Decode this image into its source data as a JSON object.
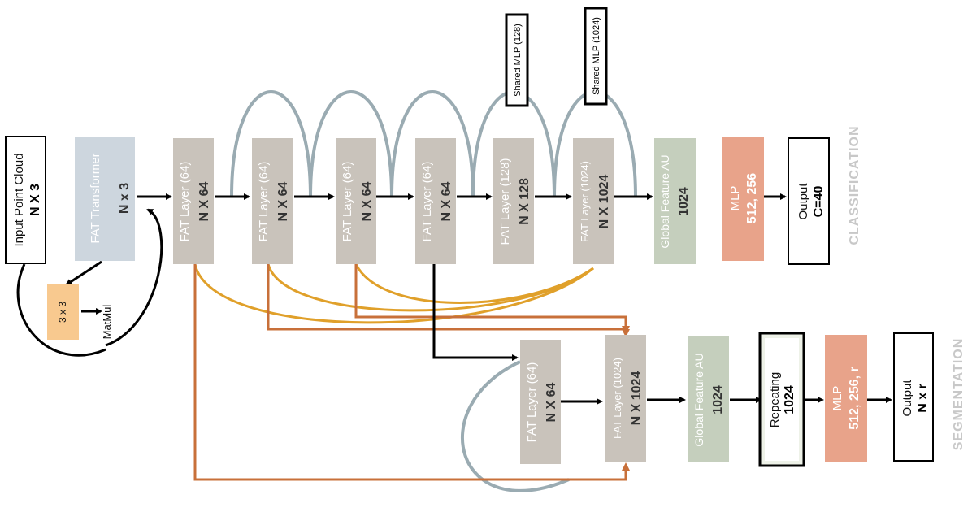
{
  "colors": {
    "fat_layer": "#c9c3bb",
    "transformer": "#cdd6de",
    "global": "#c5cfbd",
    "mlp": "#e8a38a",
    "matrix": "#f8c98f",
    "skip_arc": "#9aabb2",
    "orange_link": "#e0a02a",
    "brown_link": "#c8703a"
  },
  "classification": {
    "input": {
      "label": "Input Point Cloud",
      "value": "N X 3"
    },
    "transformer": {
      "label": "FAT Transformer",
      "value": "N x 3"
    },
    "matrix": {
      "label": "3 x 3"
    },
    "matmul": {
      "label": "MatMul"
    },
    "layers": [
      {
        "label": "FAT Layer (64)",
        "value": "N X 64"
      },
      {
        "label": "FAT Layer (64)",
        "value": "N X 64"
      },
      {
        "label": "FAT Layer (64)",
        "value": "N X 64"
      },
      {
        "label": "FAT Layer (64)",
        "value": "N X 64"
      },
      {
        "label": "FAT Layer (128)",
        "value": "N X 128"
      },
      {
        "label": "FAT Layer (1024)",
        "value": "N X 1024"
      }
    ],
    "shared_mlp": [
      "Shared MLP (128)",
      "Shared MLP (1024)"
    ],
    "global": {
      "label": "Global Feature AU",
      "value": "1024"
    },
    "mlp": {
      "label": "MLP",
      "value": "512, 256"
    },
    "output": {
      "label": "Output",
      "value": "C=40"
    },
    "section_label": "CLASSIFICATION"
  },
  "segmentation": {
    "layers": [
      {
        "label": "FAT Layer (64)",
        "value": "N X 64"
      },
      {
        "label": "FAT Layer (1024)",
        "value": "N X 1024"
      }
    ],
    "global": {
      "label": "Global Feature AU",
      "value": "1024"
    },
    "repeating": {
      "label": "Repeating",
      "value": "1024"
    },
    "mlp": {
      "label": "MLP",
      "value": "512, 256, r"
    },
    "output": {
      "label": "Output",
      "value": "N x r"
    },
    "section_label": "SEGMENTATION"
  }
}
